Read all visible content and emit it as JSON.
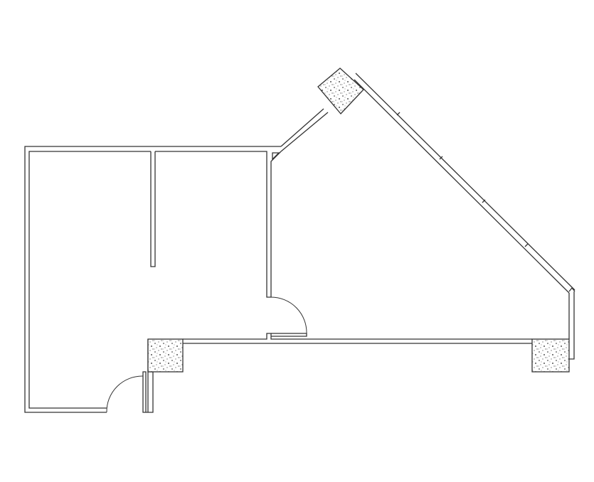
{
  "diagram": {
    "type": "floor-plan",
    "colors": {
      "wall": "#333333",
      "fill": "#ffffff",
      "column_fill": "#999999",
      "wall_tint": "#6a5a6a"
    },
    "elements": [
      "left-room",
      "partition-wall",
      "right-room",
      "triangular-room",
      "door-bottom-left",
      "door-middle",
      "column-top",
      "column-bottom-left",
      "column-bottom-right"
    ]
  }
}
